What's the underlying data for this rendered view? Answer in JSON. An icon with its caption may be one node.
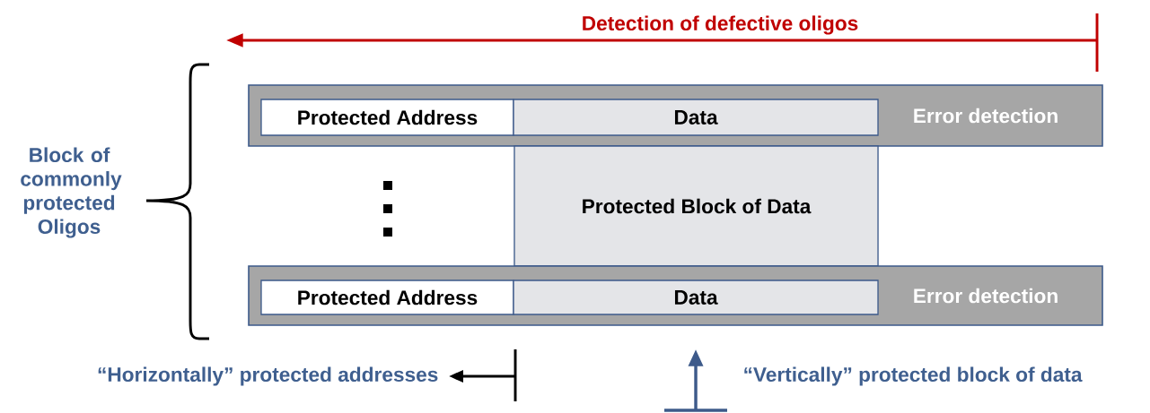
{
  "diagram": {
    "nodes": [
      {
        "text": [
          "Error detection"
        ]
      },
      {
        "text": [
          "Protected Address"
        ],
        "in": 0
      },
      {
        "text": [
          "Data"
        ],
        "in": 0
      },
      {
        "text": [
          "Protected Block of Data"
        ]
      },
      {
        "text": [
          "Error detection"
        ]
      },
      {
        "text": [
          "Protected Address"
        ],
        "in": 4
      },
      {
        "text": [
          "Data"
        ],
        "in": 4
      }
    ],
    "labels": [
      "Detection of defective oligos",
      "Block of commonly protected Oligos",
      "“Horizontally” protected addresses",
      "“Vertically” protected block of data"
    ]
  }
}
